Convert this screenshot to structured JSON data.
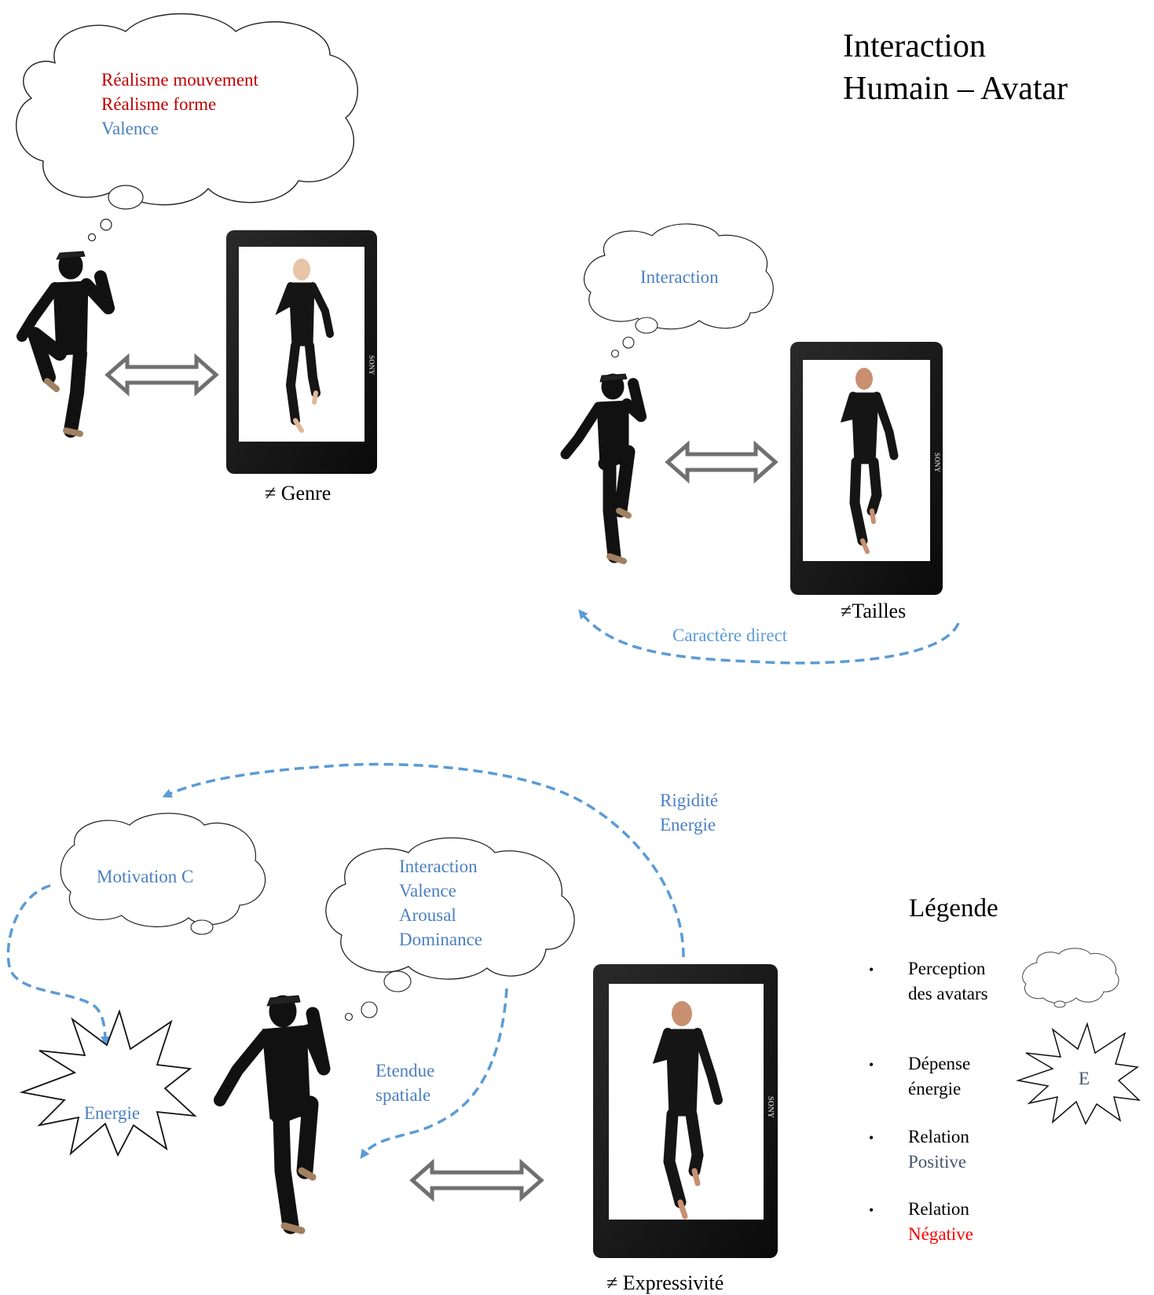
{
  "title": {
    "line1": "Interaction",
    "line2": "Humain – Avatar"
  },
  "panel1": {
    "thought_lines": [
      "Réalisme mouvement",
      "Réalisme forme",
      "Valence"
    ],
    "caption": "≠ Genre"
  },
  "panel2": {
    "thought_lines": [
      "Interaction"
    ],
    "caption": "≠Tailles",
    "arrow_label": "Caractère direct"
  },
  "panel3": {
    "thought_left": [
      "Motivation C"
    ],
    "thought_right": [
      "Interaction",
      "Valence",
      "Arousal",
      "Dominance"
    ],
    "energy_label": "Energie",
    "spatial_label": [
      "Etendue",
      "spatiale"
    ],
    "top_arrow_label": [
      "Rigidité",
      "Energie"
    ],
    "caption": "≠ Expressivité"
  },
  "phone_brand": "SONY",
  "legend": {
    "title": "Légende",
    "items": [
      {
        "lines": [
          "Perception",
          "des avatars"
        ]
      },
      {
        "lines": [
          "Dépense",
          "énergie"
        ],
        "symbol_label": "E"
      },
      {
        "lines": [
          "Relation",
          "Positive"
        ]
      },
      {
        "lines": [
          "Relation",
          "Négative"
        ]
      }
    ]
  },
  "colors": {
    "red": "#c00000",
    "blue": "#4a7fc1",
    "positive": "#44546a",
    "negative": "#ff0000",
    "dashed_arrow": "#5b9bd5",
    "double_arrow": "#707070",
    "phone_body": "#1a1a1a"
  }
}
